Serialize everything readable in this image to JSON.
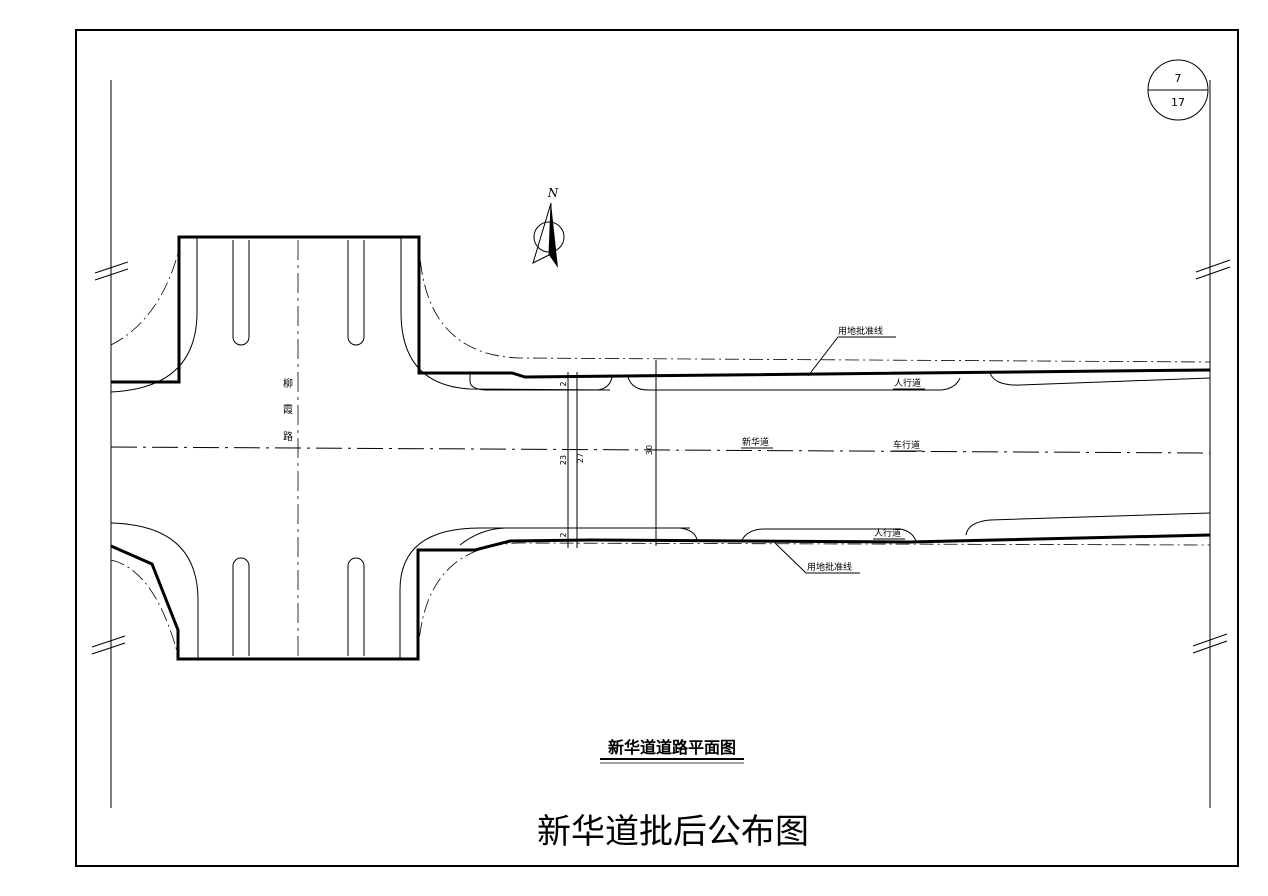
{
  "sheet": {
    "number": "7",
    "total": "17"
  },
  "north_arrow": {
    "label": "N"
  },
  "labels": {
    "land_line_top": "用地批准线",
    "land_line_bottom": "用地批准线",
    "sidewalk_top": "人行道",
    "sidewalk_bottom": "人行道",
    "road_name": "新华道",
    "carriageway": "车行道",
    "cross_road_chars": [
      "柳",
      "霞",
      "路"
    ]
  },
  "dimensions": {
    "sidewalk_top": "2",
    "sidewalk_bottom": "2",
    "carriageway": "23",
    "road_width": "27",
    "land_width": "30"
  },
  "drawing_title": "新华道道路平面图",
  "stamp": "新华道批后公布图"
}
